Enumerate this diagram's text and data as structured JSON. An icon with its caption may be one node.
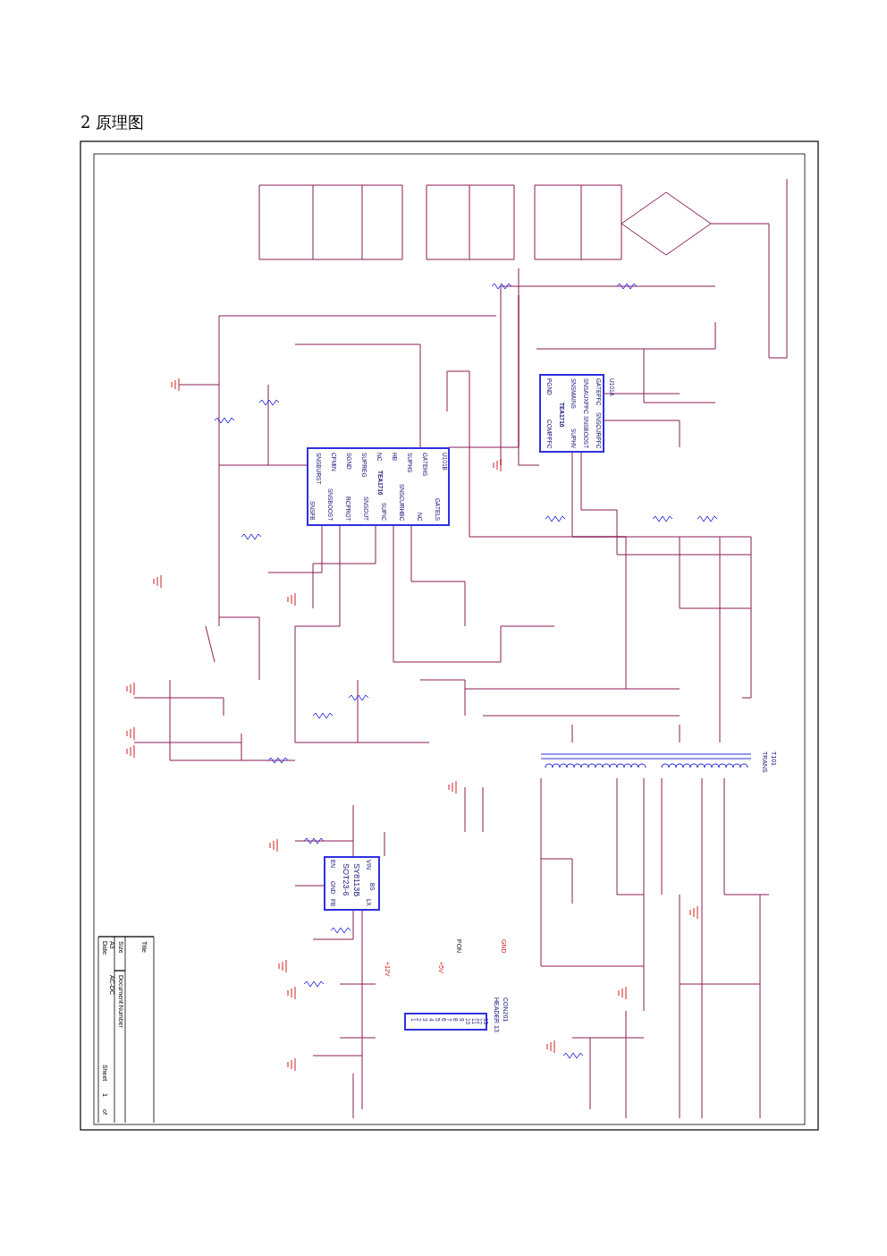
{
  "diagram": {
    "title": "2 原理图",
    "nodes": [
      {
        "text": [
          "U101B",
          "TEA1716",
          "GATEHS",
          "SUPHS",
          "HB",
          "NC",
          "SUPREG",
          "SGND",
          "CFMIN",
          "SNSBURST",
          "GATELS",
          "NC",
          "SNSCURHBC",
          "SUPIC",
          "SNSOUT",
          "RCPROT",
          "SNSBOOST",
          "SNSFB"
        ]
      },
      {
        "text": [
          "U101A",
          "TEA1716",
          "GATEPFC",
          "SNSAUXPFC",
          "SNSMAINS",
          "PGND",
          "SNSCURPFC",
          "SNSBOOST",
          "SUPHV",
          "COMPPFC"
        ]
      },
      {
        "text": [
          "SY8113B",
          "SOT23-6",
          "VIN",
          "EN",
          "GND",
          "FB",
          "LX",
          "BS"
        ]
      },
      {
        "text": [
          "1",
          "2",
          "3",
          "4",
          "5",
          "6",
          "7",
          "8",
          "9",
          "10",
          "11",
          "12",
          "13"
        ],
        "beside": [
          "CON201",
          "HEADER 13"
        ]
      },
      {
        "text": [],
        "shape": "transformer",
        "beside": [
          "T101",
          "TRANS"
        ]
      }
    ],
    "labels": [
      "+12V",
      "+5V",
      "PON",
      "GND",
      "Title",
      "Size",
      "A3",
      "Document Number",
      "AC-DC",
      "Date:",
      "Sheet",
      "1",
      "of"
    ]
  }
}
